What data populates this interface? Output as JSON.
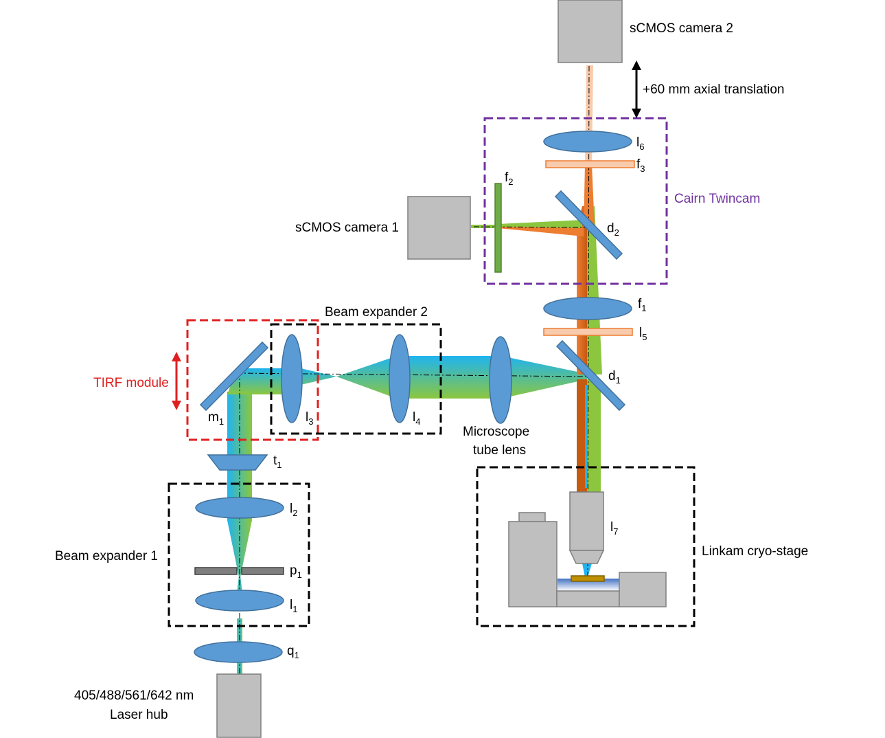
{
  "labels": {
    "camera2": "sCMOS camera 2",
    "translation": "+60 mm axial translation",
    "camera1": "sCMOS camera 1",
    "cairn": "Cairn Twincam",
    "beam_expander_2": "Beam expander 2",
    "tirf_module": "TIRF module",
    "microscope_tube_lens": [
      "Microscope",
      "tube lens"
    ],
    "linkam": "Linkam cryo-stage",
    "beam_expander_1": "Beam expander 1",
    "laser_hub": [
      "405/488/561/642 nm",
      "Laser hub"
    ]
  },
  "components": {
    "l6": {
      "base": "l",
      "sub": "6"
    },
    "f3": {
      "base": "f",
      "sub": "3"
    },
    "f2": {
      "base": "f",
      "sub": "2"
    },
    "d2": {
      "base": "d",
      "sub": "2"
    },
    "f1": {
      "base": "f",
      "sub": "1"
    },
    "l5": {
      "base": "l",
      "sub": "5"
    },
    "d1": {
      "base": "d",
      "sub": "1"
    },
    "m1": {
      "base": "m",
      "sub": "1"
    },
    "l3": {
      "base": "l",
      "sub": "3"
    },
    "l4": {
      "base": "l",
      "sub": "4"
    },
    "t1": {
      "base": "t",
      "sub": "1"
    },
    "l2": {
      "base": "l",
      "sub": "2"
    },
    "p1": {
      "base": "p",
      "sub": "1"
    },
    "l1": {
      "base": "l",
      "sub": "1"
    },
    "q1": {
      "base": "q",
      "sub": "1"
    },
    "l7": {
      "base": "l",
      "sub": "7"
    }
  },
  "colors": {
    "lens": "#5b9bd5",
    "lens_stroke": "#41719c",
    "box_gray": "#bfbfbf",
    "box_stroke": "#7f7f7f",
    "filter_orange": "#f8cbad",
    "filter_green": "#70ad47",
    "tirf_red": "#e02020",
    "cairn_purple": "#7030a0",
    "black": "#000000"
  }
}
